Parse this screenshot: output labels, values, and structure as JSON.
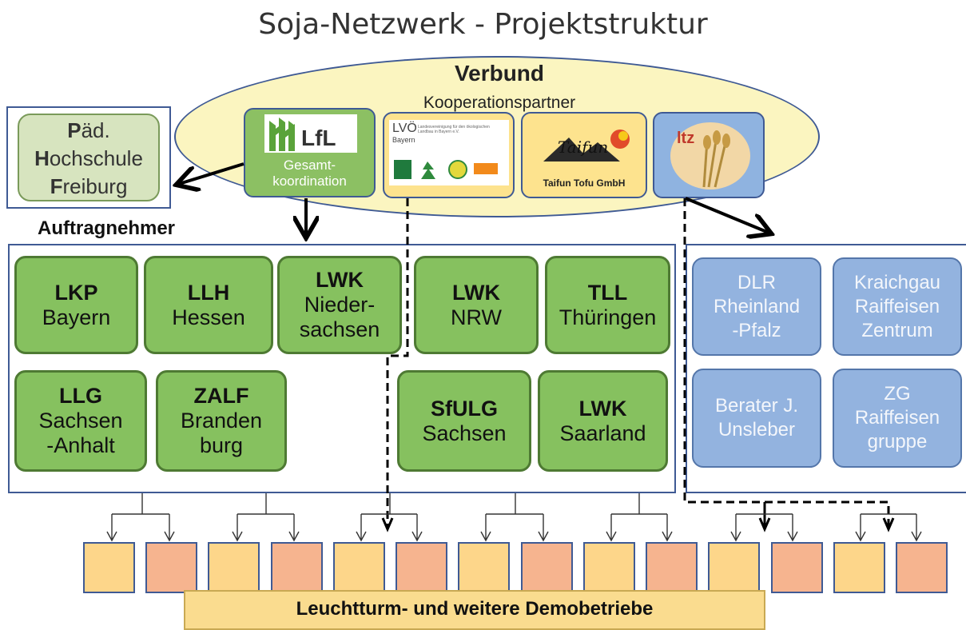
{
  "title": "Soja-Netzwerk - Projektstruktur",
  "verbund": {
    "label": "Verbund",
    "kooperationspartner_label": "Kooperationspartner",
    "lfl": {
      "logo_text": "LfL",
      "caption_line1": "Gesamt-",
      "caption_line2": "koordination"
    },
    "lvo": {
      "logo_text": "LVÖ",
      "small_text_1": "Bayern",
      "small_text_2": "Landesvereinigung für den ökologischen Landbau in Bayern e.V."
    },
    "taifun": {
      "logo_text": "Taifun",
      "caption": "Taifun Tofu GmbH"
    },
    "ltz": {
      "logo_text": "ltz"
    }
  },
  "paed": {
    "line1_initial": "P",
    "line1_rest": "äd.",
    "line2_initial": "H",
    "line2_rest": "ochschule",
    "line3_initial": "F",
    "line3_rest": "reiburg"
  },
  "auftragnehmer_label": "Auftragnehmer",
  "green_boxes": [
    {
      "bold": "LKP",
      "line2": "Bayern"
    },
    {
      "bold": "LLH",
      "line2": "Hessen"
    },
    {
      "bold": "LWK",
      "line2": "Nieder-",
      "line3": "sachsen"
    },
    {
      "bold": "LWK",
      "line2": "NRW"
    },
    {
      "bold": "TLL",
      "line2": "Thüringen"
    },
    {
      "bold": "LLG",
      "line2": "Sachsen",
      "line3": "-Anhalt"
    },
    {
      "bold": "ZALF",
      "line2": "Branden",
      "line3": "burg"
    },
    {
      "bold": "SfULG",
      "line2": "Sachsen"
    },
    {
      "bold": "LWK",
      "line2": "Saarland"
    }
  ],
  "blue_boxes": [
    {
      "line1": "DLR",
      "line2": "Rheinland",
      "line3": "-Pfalz"
    },
    {
      "line1": "Kraichgau",
      "line2": "Raiffeisen",
      "line3": "Zentrum"
    },
    {
      "line1": "Berater J.",
      "line2": "Unsleber"
    },
    {
      "line1": "ZG",
      "line2": "Raiffeisen",
      "line3": "gruppe"
    }
  ],
  "bottom_bar": "Leuchtturm- und weitere Demobetriebe",
  "colors": {
    "green": "#86c15f",
    "blue": "#93b3df",
    "yellow": "#fdd68a",
    "orange": "#f6b48f",
    "ellipse": "#fbf5c0",
    "border": "#3f5a94"
  }
}
